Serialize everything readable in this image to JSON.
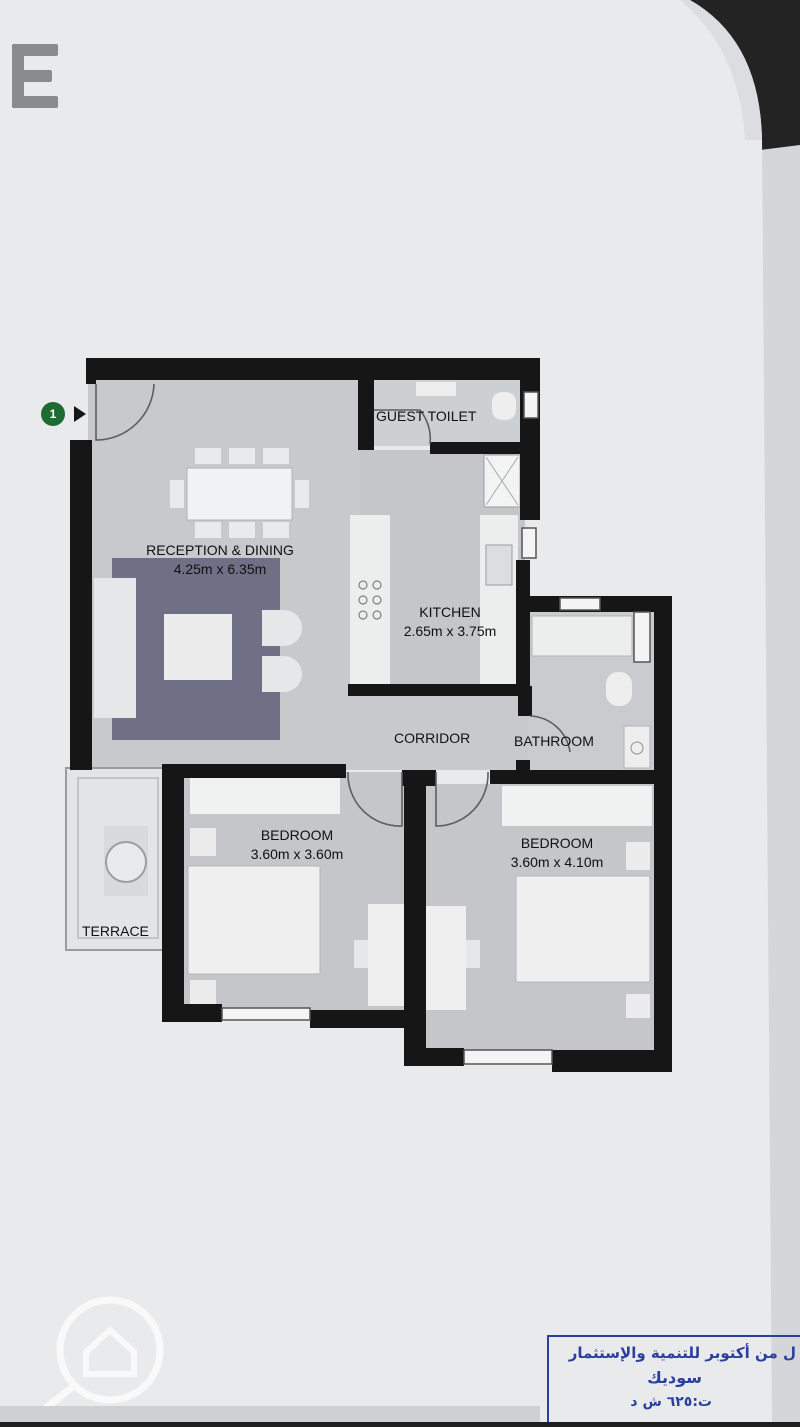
{
  "brand_mark": "E",
  "entry_marker": "1",
  "rooms": {
    "guest_toilet": "GUEST TOILET",
    "reception_name": "RECEPTION & DINING",
    "reception_size": "4.25m x 6.35m",
    "kitchen_name": "KITCHEN",
    "kitchen_size": "2.65m x 3.75m",
    "corridor": "CORRIDOR",
    "bathroom": "BATHROOM",
    "bedroom1_name": "BEDROOM",
    "bedroom1_size": "3.60m x 3.60m",
    "bedroom2_name": "BEDROOM",
    "bedroom2_size": "3.60m x 4.10m",
    "terrace": "TERRACE"
  },
  "stamp": {
    "line1": "ل من أكتوبر للتنمية والإستثمار",
    "line2": "سوديك",
    "line3": "ت:٦٢٥ ش د"
  },
  "colors": {
    "paper": "#e9eaec",
    "floor": "#c4c6c9",
    "wall": "#161616",
    "rug": "#6f6f86",
    "stamp": "#2b3f9e"
  }
}
